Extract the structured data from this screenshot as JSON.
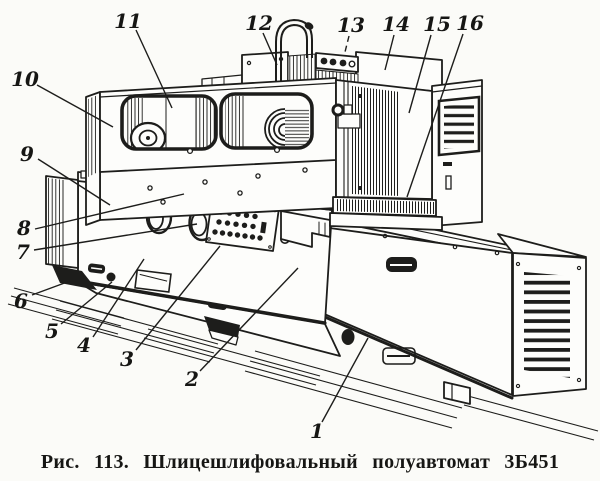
{
  "figure": {
    "caption": "Рис. 113. Шлицешлифовальный полуавтомат 3Б451",
    "machine_model": "3Б451",
    "callout_labels": [
      "1",
      "2",
      "3",
      "4",
      "5",
      "6",
      "7",
      "8",
      "9",
      "10",
      "11",
      "12",
      "13",
      "14",
      "15",
      "16"
    ]
  },
  "colors": {
    "ink": "#1d1d1b",
    "paper": "#fbfbf8"
  }
}
